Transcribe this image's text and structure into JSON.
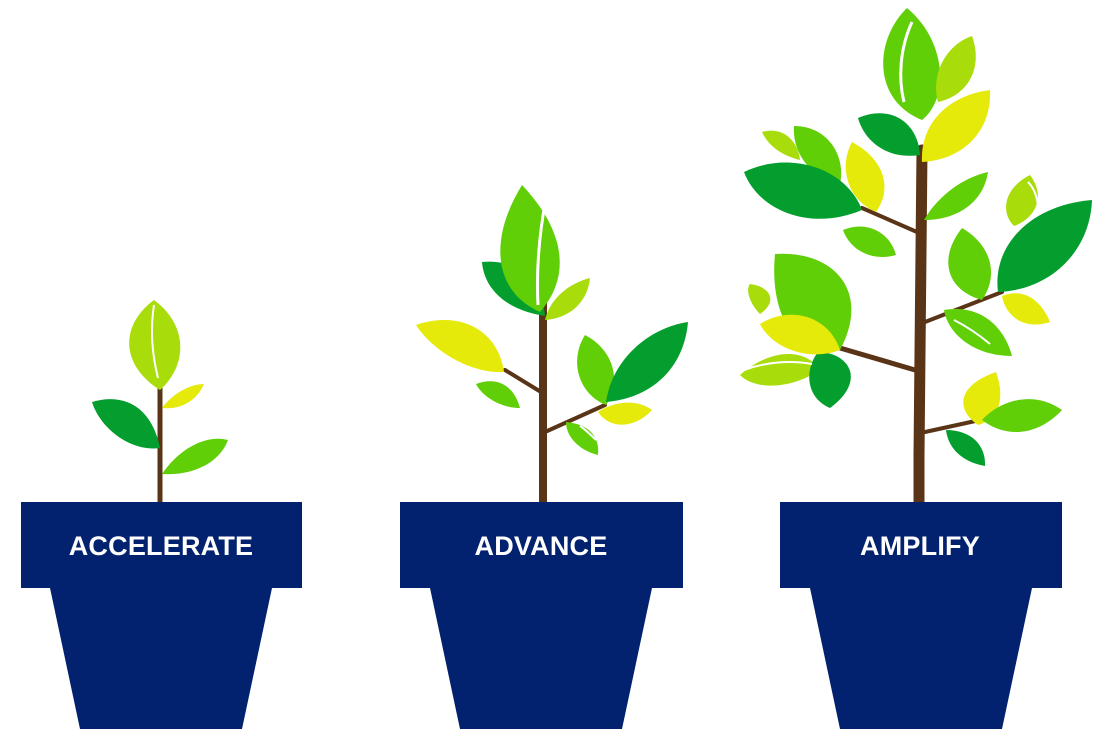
{
  "colors": {
    "pot": "#02226f",
    "stem": "#5a3416",
    "leaf_dark": "#049e2e",
    "leaf_mid": "#61cf07",
    "leaf_light": "#a8dc0a",
    "leaf_yellow": "#e6ea0a",
    "vein": "#ffffff"
  },
  "pots": [
    {
      "label": "ACCELERATE"
    },
    {
      "label": "ADVANCE"
    },
    {
      "label": "AMPLIFY"
    }
  ]
}
